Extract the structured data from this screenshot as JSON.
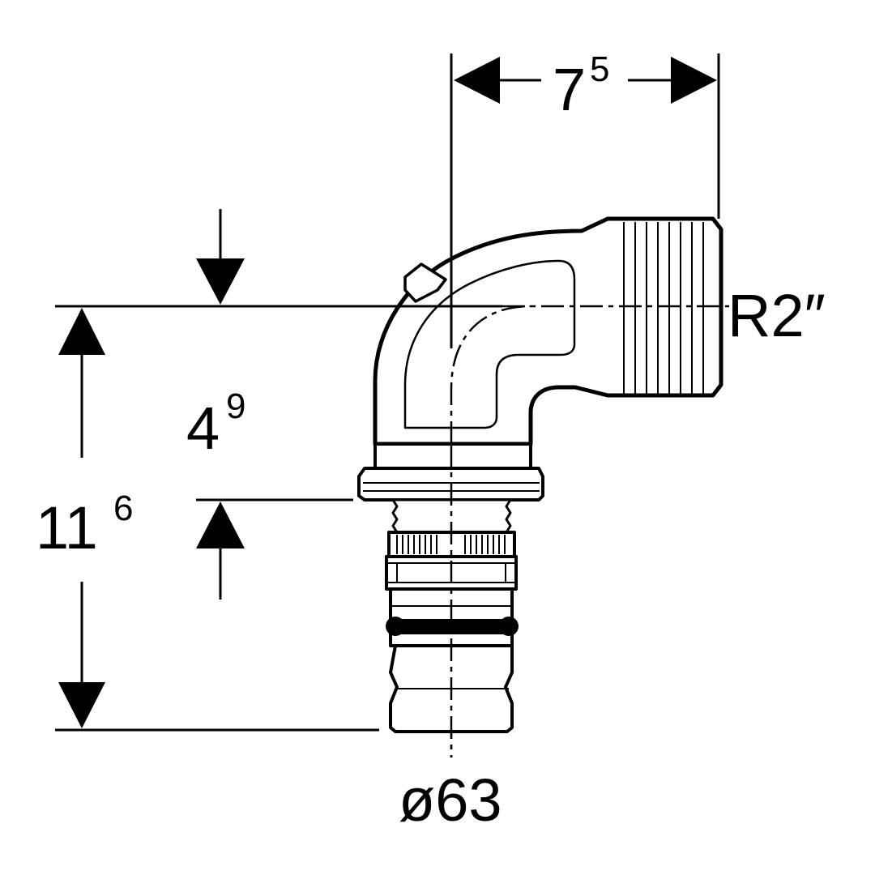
{
  "diagram": {
    "dimensions": {
      "width": {
        "main": "7",
        "sup": "5"
      },
      "offset": {
        "main": "4",
        "sup": "9"
      },
      "height": {
        "main": "11",
        "sup": "6"
      }
    },
    "thread_label": "R2″",
    "diameter_label": "ø63"
  },
  "colors": {
    "line": "#000000",
    "background": "#ffffff"
  }
}
